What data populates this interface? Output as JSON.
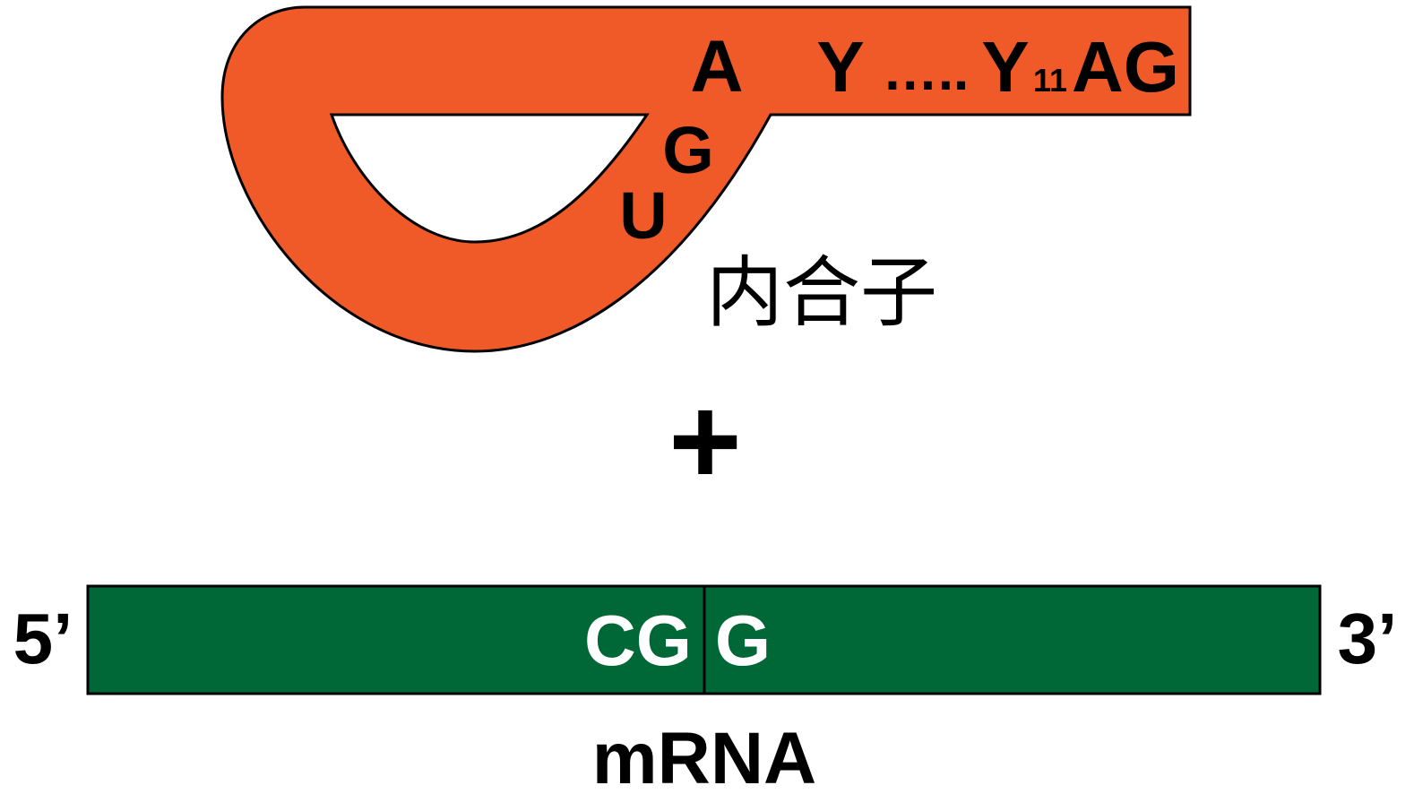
{
  "colors": {
    "intron_fill": "#F05A28",
    "mrna_fill": "#006837",
    "outline": "#000000",
    "mrna_text": "#ffffff",
    "label_text": "#000000"
  },
  "intron": {
    "letter_a": "A",
    "letter_g": "G",
    "letter_u": "U",
    "seq_y1": "Y",
    "seq_dots": "…..",
    "seq_y2": "Y",
    "seq_sub": "11",
    "seq_ag": "AG",
    "label": "内合子"
  },
  "plus_sign": "+",
  "mrna": {
    "five_prime": "5’",
    "three_prime": "3’",
    "left_seq": "CG",
    "right_seq": "G",
    "label": "mRNA"
  }
}
